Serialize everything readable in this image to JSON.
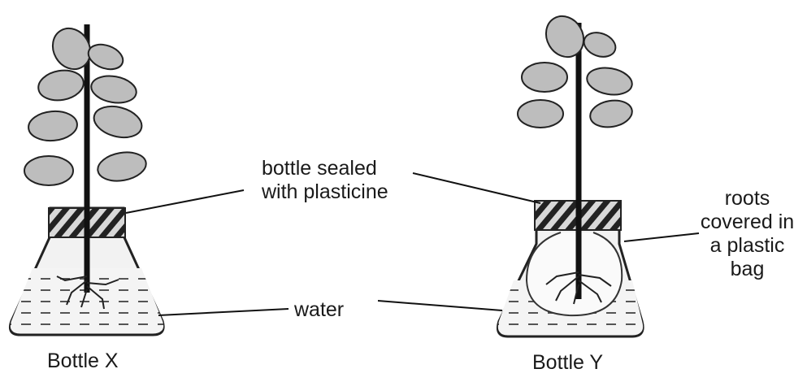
{
  "labels": {
    "sealed_line1": "bottle sealed",
    "sealed_line2": "with plasticine",
    "water": "water",
    "roots_line1": "roots",
    "roots_line2": "covered in",
    "roots_line3": "a plastic",
    "roots_line4": "bag",
    "bottle_x": "Bottle X",
    "bottle_y": "Bottle Y"
  }
}
